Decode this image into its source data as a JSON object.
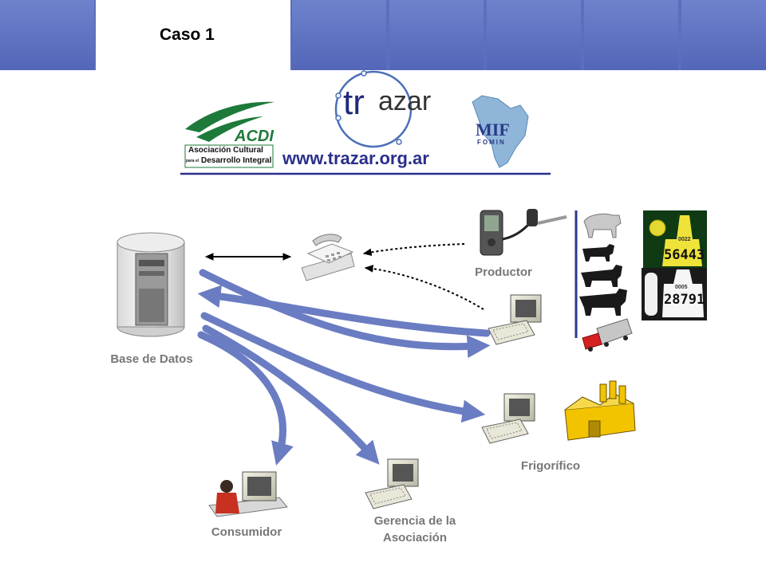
{
  "slide": {
    "title": "Caso 1"
  },
  "logos": {
    "acdi": {
      "name": "ACDI",
      "line1": "Asociación Cultural",
      "line2_small": "para el",
      "line2": "Desarrollo Integral"
    },
    "trazar": {
      "name_t": "tr",
      "name_rest": "azar"
    },
    "mif": {
      "name": "MIF",
      "sub": "FOMIN"
    },
    "url": "www.trazar.org.ar"
  },
  "tags": {
    "tag1_small": "0022",
    "tag1_number": "56443",
    "tag2_small": "0005",
    "tag2_number": "28791"
  },
  "labels": {
    "database": "Base de Datos",
    "producer": "Productor",
    "slaughterhouse": "Frigorífico",
    "consumer": "Consumidor",
    "management_line1": "Gerencia de la",
    "management_line2": "Asociación"
  },
  "colors": {
    "header": "#5b6fbf",
    "arrow": "#6a7cc2",
    "url": "#2a2f8a",
    "acdi_green": "#1e7a3a",
    "label_gray": "#777777"
  }
}
